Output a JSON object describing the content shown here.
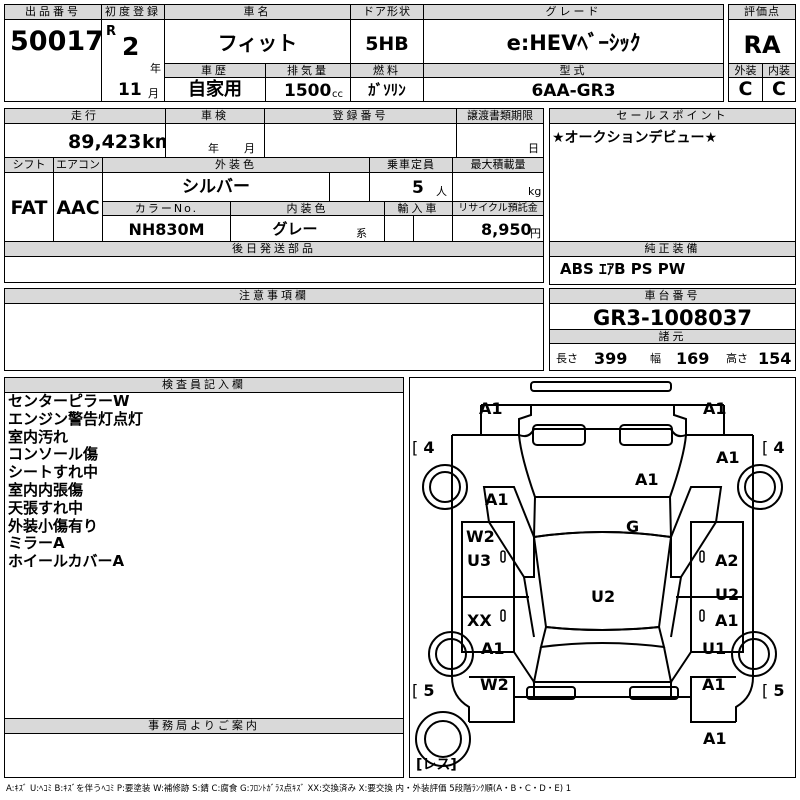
{
  "header": {
    "lot_label": "出品番号",
    "lot_no": "50017",
    "first_reg_label": "初度登録",
    "era": "R",
    "year": "2",
    "year_unit": "年",
    "month": "11",
    "month_unit": "月",
    "car_name_label": "車名",
    "car_name": "フィット",
    "door_label": "ドア形状",
    "door": "5HB",
    "grade_label": "グレード",
    "grade": "e:HEVﾍﾞｰｼｯｸ",
    "score_label": "評価点",
    "score": "RA",
    "history_label": "車歴",
    "history": "自家用",
    "displacement_label": "排気量",
    "displacement": "1500",
    "displacement_unit": "cc",
    "fuel_label": "燃料",
    "fuel": "ｶﾞｿﾘﾝ",
    "model_label": "型式",
    "model": "6AA-GR3",
    "exterior_label": "外装",
    "exterior": "C",
    "interior_label": "内装",
    "interior": "C"
  },
  "row2": {
    "mileage_label": "走行",
    "mileage": "89,423",
    "mileage_unit": "km",
    "inspection_label": "車検",
    "insp_year_unit": "年",
    "insp_month_unit": "月",
    "reg_no_label": "登録番号",
    "transfer_label": "譲渡書類期限",
    "transfer_day_unit": "日",
    "sale_point_label": "セールスポイント",
    "sale_point": "★オークションデビュー★"
  },
  "row3": {
    "shift_label": "シフト",
    "shift": "FAT",
    "ac_label": "エアコン",
    "ac": "AAC",
    "ext_color_label": "外装色",
    "ext_color": "シルバー",
    "capacity_label": "乗車定員",
    "capacity": "5",
    "capacity_unit": "人",
    "load_label": "最大積載量",
    "load_unit": "kg",
    "color_no_label": "カラーNo.",
    "color_no": "NH830M",
    "int_color_label": "内装色",
    "int_color": "グレー",
    "int_color_suffix": "系",
    "import_label": "輸入車",
    "recycle_label": "リサイクル預託金",
    "recycle": "8,950",
    "recycle_unit": "円"
  },
  "parts_label": "後日発送部品",
  "equipment_label": "純正装備",
  "equipment": "ABS ｴｱB PS PW",
  "notes_label": "注意事項欄",
  "chassis_label": "車台番号",
  "chassis": "GR3-1008037",
  "spec_label": "諸元",
  "length_label": "長さ",
  "length": "399",
  "width_label": "幅",
  "width": "169",
  "height_label": "高さ",
  "height": "154",
  "inspector_label": "検査員記入欄",
  "inspector_notes": [
    "センターピラーW",
    "エンジン警告灯点灯",
    "室内汚れ",
    "コンソール傷",
    "シートすれ中",
    "室内内張傷",
    "天張すれ中",
    "外装小傷有り",
    "ミラーA",
    "ホイールカバーA"
  ],
  "office_label": "事務局よりご案内",
  "diagram": {
    "tire_fl": "4",
    "tire_fr": "4",
    "tire_rl": "5",
    "tire_rr": "5",
    "spare": "レス",
    "marks": {
      "front_left_corner": "A1",
      "front_right_corner": "A1",
      "right_front_fender": "A1",
      "left_front_fender": "A1",
      "hood": "A1",
      "windshield": "G",
      "left_front_door": "W2",
      "left_front_door_2": "U3",
      "right_front_door": "A2",
      "roof": "U2",
      "left_rear_door": "XX",
      "right_rear_door": "U2",
      "right_rear_door_2": "A1",
      "left_rear_fender": "A1",
      "right_rear_fender": "U1",
      "left_rear_corner": "W2",
      "right_rear_corner": "A1",
      "rear_bumper": "A1"
    }
  },
  "legend": "A:ｷｽﾞ U:ﾍｺﾐ B:ｷｽﾞを伴うﾍｺﾐ P:要塗装 W:補修跡 S:錆 C:腐食 G:ﾌﾛﾝﾄｶﾞﾗｽ点ｷｽﾞ XX:交換済み X:要交換 内・外装評価 5段階ﾗﾝｸ順(A・B・C・D・E) 1"
}
